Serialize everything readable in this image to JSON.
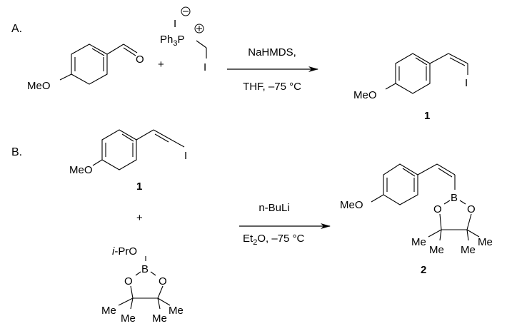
{
  "scheme_a": {
    "label": "A.",
    "reactant1": {
      "substituent": "MeO",
      "aldehyde_o": "O"
    },
    "plus": "+",
    "reactant2": {
      "counterion": "I",
      "ph": "Ph",
      "ph_sub": "3",
      "p": "P",
      "iodide": "I"
    },
    "conditions": {
      "above": "NaHMDS,",
      "below": "THF, –75 °C"
    },
    "product": {
      "substituent": "MeO",
      "iodide": "I",
      "number": "1"
    }
  },
  "scheme_b": {
    "label": "B.",
    "reactant1": {
      "substituent": "MeO",
      "iodide": "I",
      "number": "1"
    },
    "plus": "+",
    "reactant2": {
      "ipr_prefix": "i",
      "ipr_rest": "-PrO",
      "boron": "B",
      "o_left": "O",
      "o_right": "O",
      "me": [
        "Me",
        "Me",
        "Me",
        "Me"
      ]
    },
    "conditions": {
      "above": "n-BuLi",
      "below_a": "Et",
      "below_sub": "2",
      "below_b": "O, –75 °C"
    },
    "product": {
      "substituent": "MeO",
      "boron": "B",
      "o_left": "O",
      "o_right": "O",
      "me": [
        "Me",
        "Me",
        "Me",
        "Me"
      ],
      "number": "2"
    }
  }
}
